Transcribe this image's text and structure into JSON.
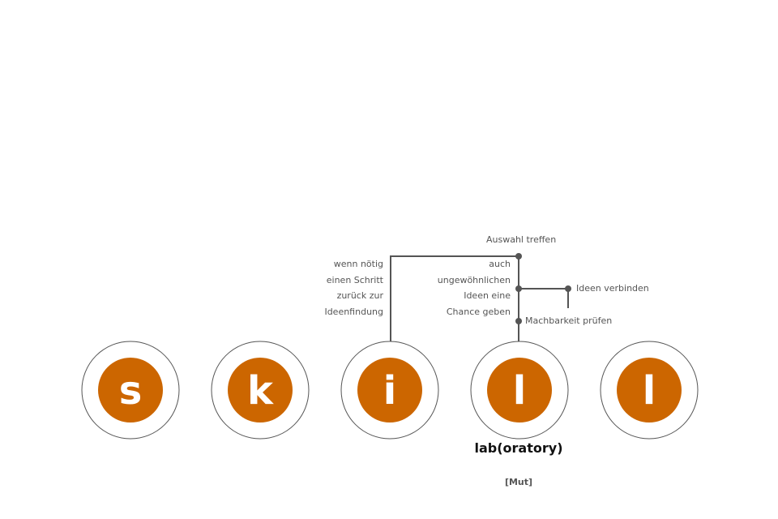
{
  "colors": {
    "accent": "#cc6600",
    "ring": "#555555",
    "connector": "#555555",
    "text": "#555555",
    "caption": "#111111"
  },
  "nodes": [
    {
      "letter": "s"
    },
    {
      "letter": "k"
    },
    {
      "letter": "i"
    },
    {
      "letter": "l"
    },
    {
      "letter": "l"
    }
  ],
  "annotations": {
    "auswahl": "Auswahl treffen",
    "left_block": [
      "wenn nötig",
      "einen Schritt",
      "zurück zur",
      "Ideenfindung"
    ],
    "mid_block": [
      "auch",
      "ungewöhnlichen",
      "Ideen eine",
      "Chance geben"
    ],
    "ideen_verbinden": "Ideen verbinden",
    "machbarkeit": "Machbarkeit prüfen"
  },
  "caption": "lab(oratory)",
  "footnote": "[Mut]"
}
